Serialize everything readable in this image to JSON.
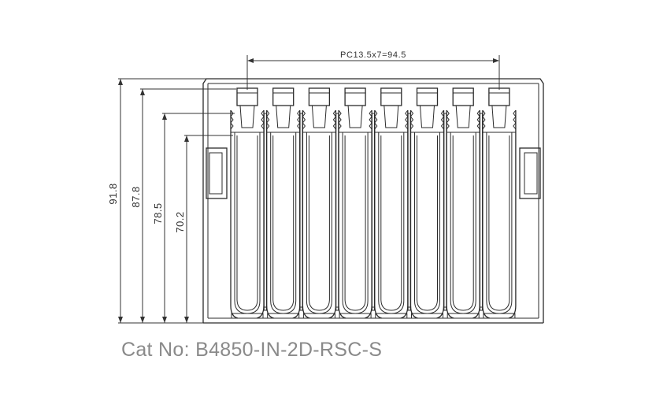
{
  "drawing": {
    "pitch_label": "PC13.5x7=94.5",
    "tube_count": 8,
    "height_dimensions": [
      {
        "label": "91.8",
        "value": 91.8
      },
      {
        "label": "87.8",
        "value": 87.8
      },
      {
        "label": "78.5",
        "value": 78.5
      },
      {
        "label": "70.2",
        "value": 70.2
      }
    ],
    "line_color": "#2b2b2b"
  },
  "caption": {
    "catalog_label": "Cat No: B4850-IN-2D-RSC-S"
  }
}
